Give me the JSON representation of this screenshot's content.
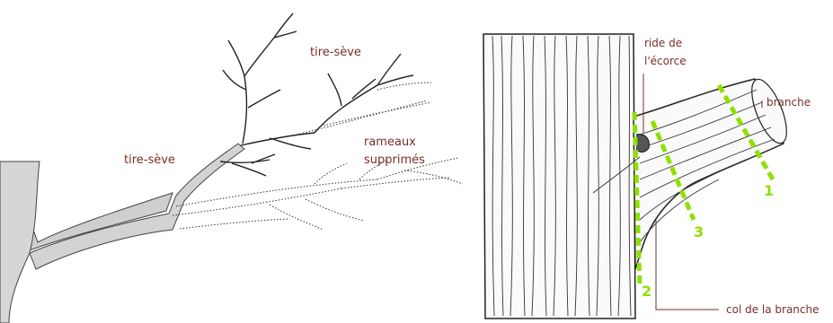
{
  "left_diagram": {
    "label_tire_seve_top": "tire-sève",
    "label_tire_seve_left": "tire-sève",
    "label_rameaux_line1": "rameaux",
    "label_rameaux_line2": "supprimés"
  },
  "right_diagram": {
    "label_ride_line1": "ride de",
    "label_ride_line2": "l'écorce",
    "label_branche": "branche",
    "label_col": "col de la branche",
    "cut_labels": [
      "1",
      "2",
      "3"
    ]
  },
  "colors": {
    "label": "#7a2e2a",
    "cut_line": "#8fe000",
    "outline": "#222222",
    "wood": "#d3d3d3"
  }
}
